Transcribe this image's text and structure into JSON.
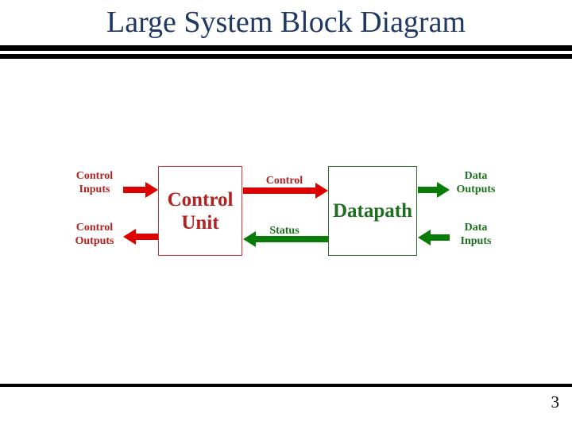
{
  "slide": {
    "title": "Large System Block Diagram",
    "page_number": "3"
  },
  "diagram": {
    "boxes": {
      "control_unit": "Control\nUnit",
      "datapath": "Datapath"
    },
    "labels": {
      "control_inputs": "Control\nInputs",
      "control_outputs": "Control\nOutputs",
      "control_signal": "Control",
      "status_signal": "Status",
      "data_outputs": "Data\nOutputs",
      "data_inputs": "Data\nInputs"
    },
    "arrows": {
      "control_inputs": {
        "direction": "right",
        "color": "#dd0000"
      },
      "control_outputs": {
        "direction": "left",
        "color": "#dd0000"
      },
      "control_signal": {
        "direction": "right",
        "color": "#dd0000"
      },
      "status_signal": {
        "direction": "left",
        "color": "#077d07"
      },
      "data_outputs": {
        "direction": "right",
        "color": "#077d07"
      },
      "data_inputs": {
        "direction": "left",
        "color": "#077d07"
      }
    }
  },
  "colors": {
    "title_text": "#1f3864",
    "red_text": "#b22222",
    "red_border": "#cc3333",
    "red_arrow": "#dd0000",
    "green_text": "#1e701e",
    "green_border": "#2f7030",
    "green_arrow": "#077d07",
    "rule_black": "#000000"
  }
}
